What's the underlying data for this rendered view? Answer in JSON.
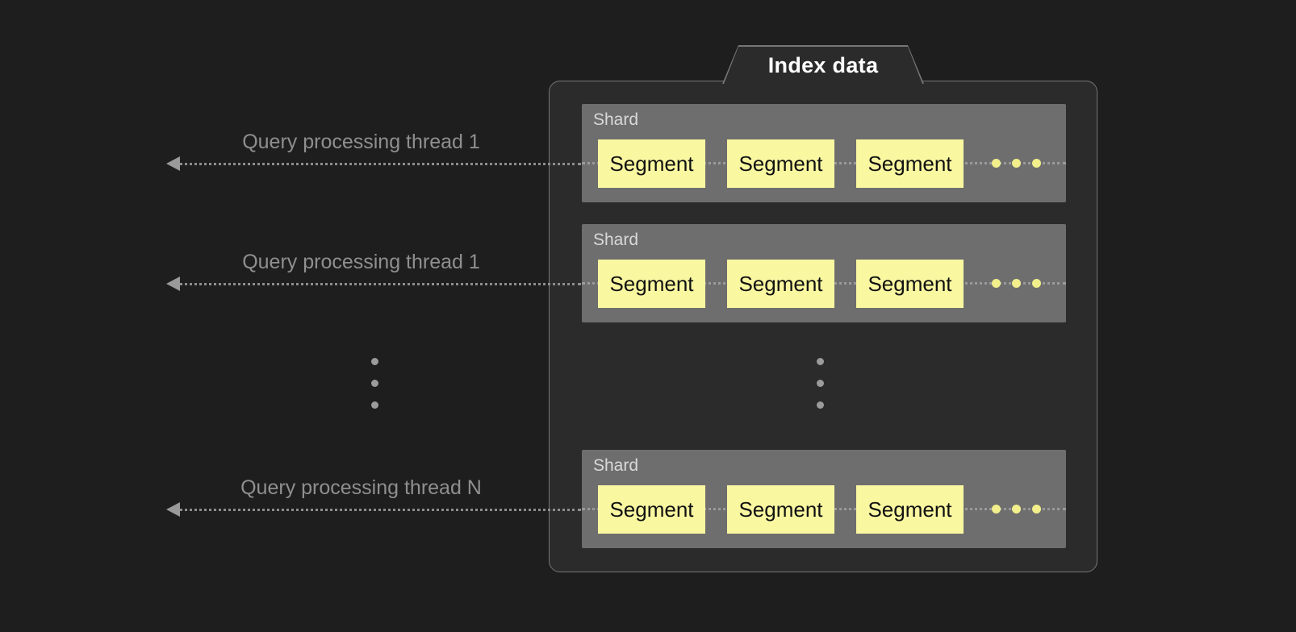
{
  "panel": {
    "tab_label": "Index data"
  },
  "threads": [
    {
      "label": "Query processing thread 1"
    },
    {
      "label": "Query processing thread 1"
    },
    {
      "label": "Query processing thread N"
    }
  ],
  "shards": [
    {
      "label": "Shard",
      "segments": [
        "Segment",
        "Segment",
        "Segment"
      ]
    },
    {
      "label": "Shard",
      "segments": [
        "Segment",
        "Segment",
        "Segment"
      ]
    },
    {
      "label": "Shard",
      "segments": [
        "Segment",
        "Segment",
        "Segment"
      ]
    }
  ],
  "colors": {
    "background": "#1d1e1d",
    "panel_fill": "#2a2b2a",
    "panel_border": "#767676",
    "shard_fill": "#6e6e6e",
    "segment_fill": "#f9f7a0",
    "segment_ellipsis": "#f2ef8c",
    "dotted_line": "#9a9a9a",
    "thread_text": "#8f8f8f"
  }
}
